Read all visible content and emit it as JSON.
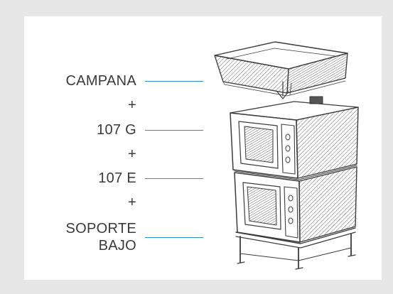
{
  "components": {
    "campana": "CAMPANA",
    "plus_1": "+",
    "oven_top": "107 G",
    "plus_2": "+",
    "oven_bottom": "107 E",
    "plus_3": "+",
    "stand_line1": "SOPORTE",
    "stand_line2": "BAJO"
  },
  "colors": {
    "leader_line": "#2e8fc4",
    "text": "#3a3a3a",
    "page_background": "#e7e7e7",
    "panel_background": "#ffffff"
  },
  "illustration": {
    "style": "pencil-sketch",
    "elements": [
      "extraction-hood",
      "oven-107-g",
      "oven-107-e",
      "low-stand"
    ]
  }
}
